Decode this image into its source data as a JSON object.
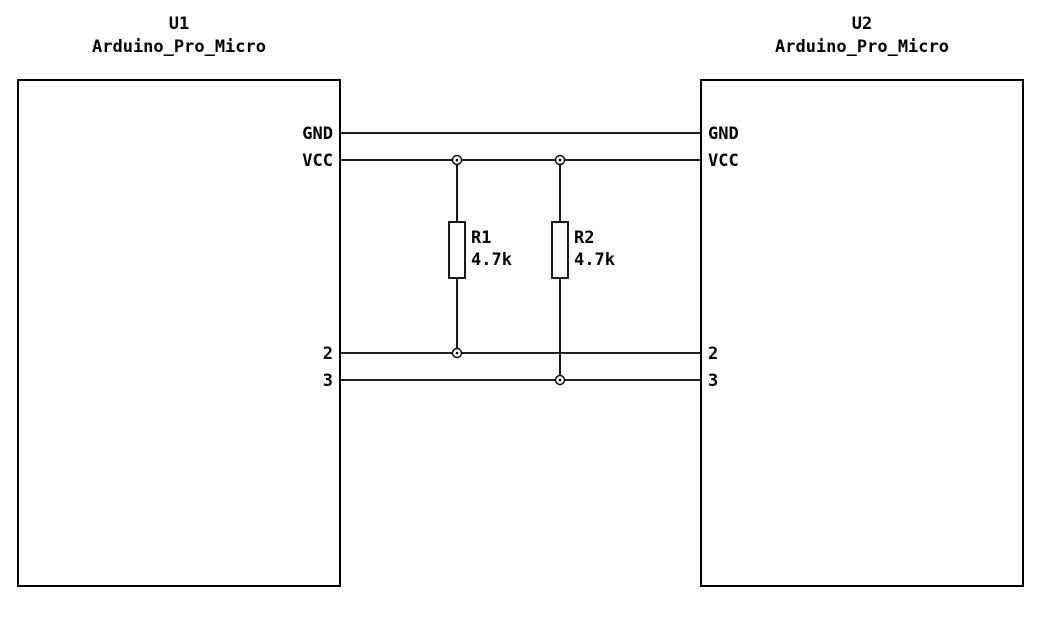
{
  "schematic": {
    "components": {
      "u1": {
        "ref": "U1",
        "value": "Arduino_Pro_Micro",
        "pins": {
          "gnd": "GND",
          "vcc": "VCC",
          "p2": "2",
          "p3": "3"
        }
      },
      "u2": {
        "ref": "U2",
        "value": "Arduino_Pro_Micro",
        "pins": {
          "gnd": "GND",
          "vcc": "VCC",
          "p2": "2",
          "p3": "3"
        }
      },
      "r1": {
        "ref": "R1",
        "value": "4.7k"
      },
      "r2": {
        "ref": "R2",
        "value": "4.7k"
      }
    },
    "colors": {
      "line": "#000000",
      "background": "#ffffff"
    }
  }
}
